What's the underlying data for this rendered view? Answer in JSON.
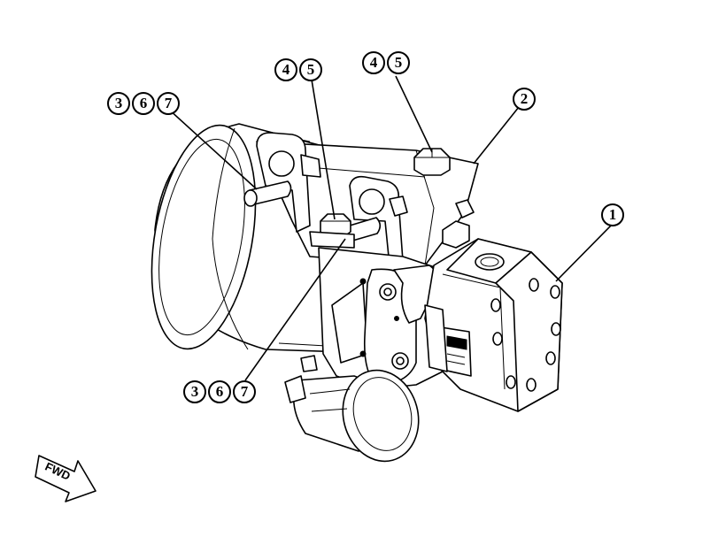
{
  "callouts": [
    {
      "id": "c1",
      "labels": [
        "1"
      ]
    },
    {
      "id": "c2",
      "labels": [
        "2"
      ]
    },
    {
      "id": "c3",
      "labels": [
        "4",
        "5"
      ]
    },
    {
      "id": "c4",
      "labels": [
        "4",
        "5"
      ]
    },
    {
      "id": "c5",
      "labels": [
        "3",
        "6",
        "7"
      ]
    },
    {
      "id": "c6",
      "labels": [
        "3",
        "6",
        "7"
      ]
    }
  ],
  "direction_indicator": {
    "label": "FWD",
    "icon": "forward-arrow-icon"
  }
}
